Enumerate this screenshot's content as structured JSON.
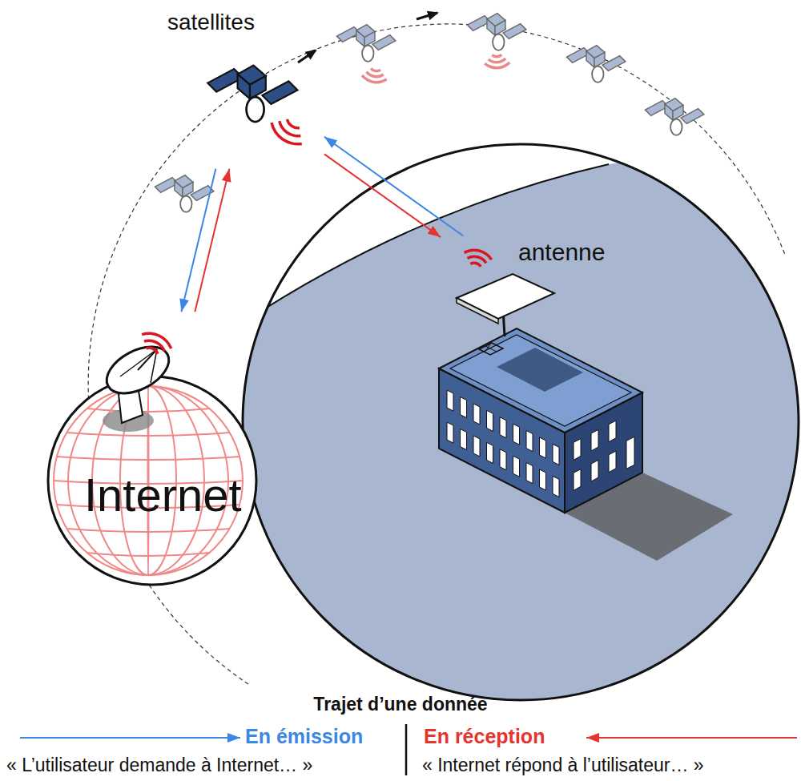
{
  "diagram": {
    "nodes": [
      {
        "text": [
          "satellites"
        ]
      },
      {
        "text": [
          "Internet"
        ]
      },
      {
        "text": [
          "antenne"
        ]
      }
    ],
    "edges": [
      {
        "from": 2,
        "to": 0,
        "arrow": "to"
      },
      {
        "from": 0,
        "to": 1,
        "arrow": "to"
      },
      {
        "from": 1,
        "to": 0,
        "arrow": "to"
      },
      {
        "from": 0,
        "to": 2,
        "arrow": "to"
      }
    ],
    "labels": [
      "Trajet d’une donnée",
      "« L’utilisateur demande à Internet… »",
      "« Internet répond à l’utilisateur… »"
    ],
    "legend": [
      {
        "text": "En émission"
      },
      {
        "text": "En réception"
      }
    ]
  }
}
